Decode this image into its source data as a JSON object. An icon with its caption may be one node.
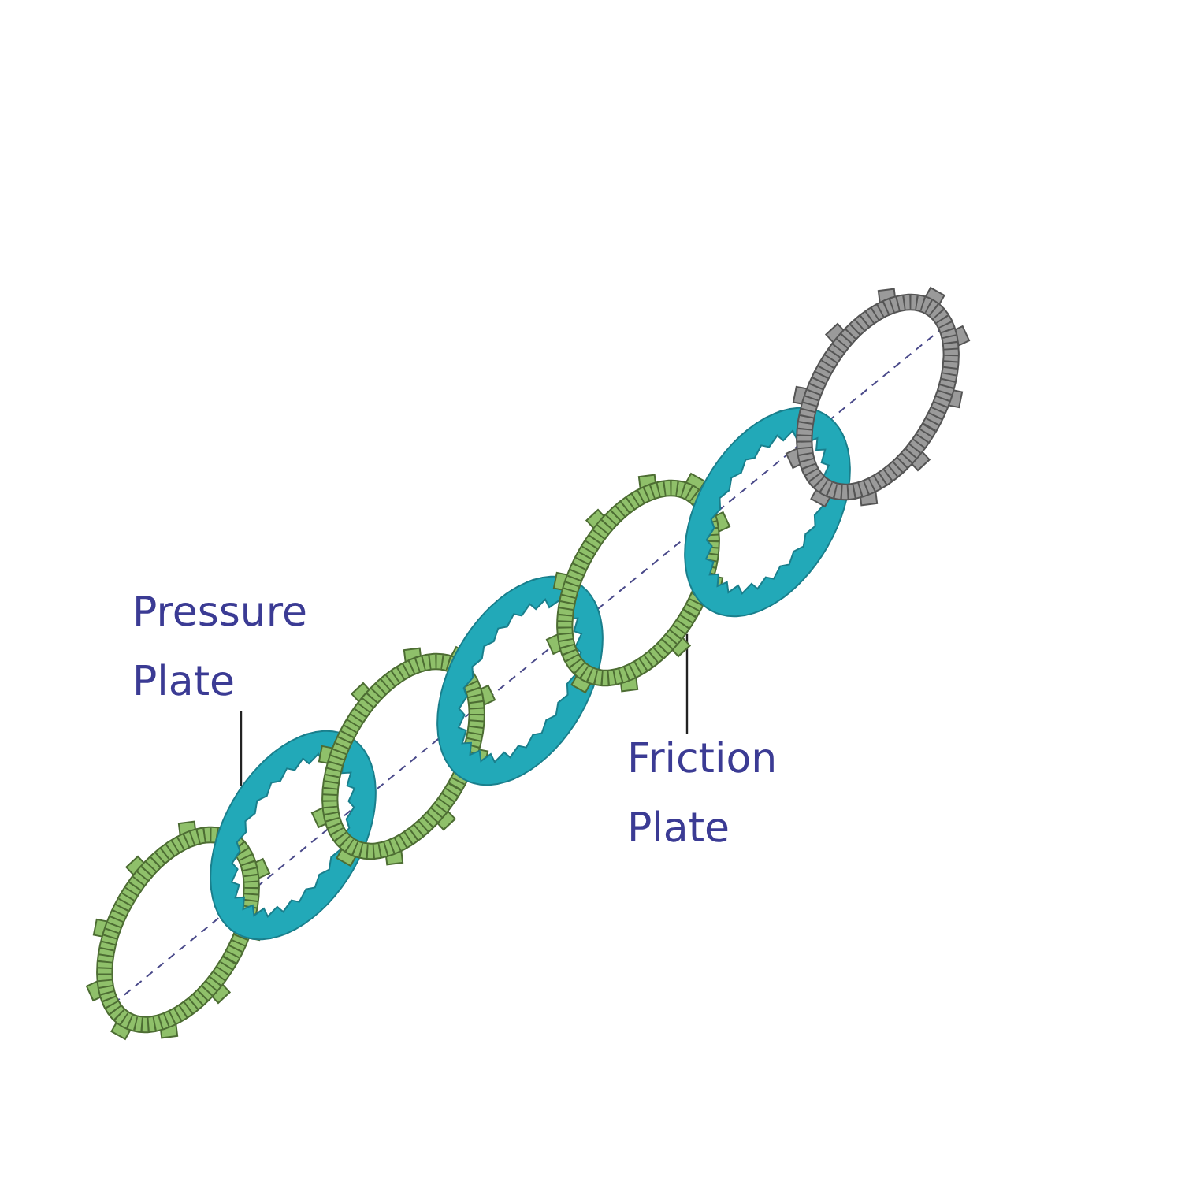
{
  "diagram": {
    "nodes": [
      {
        "text": [
          "Pressure Plate"
        ]
      },
      {
        "text": [
          "Friction Plate"
        ]
      },
      {
        "text": [],
        "shape": "ring"
      },
      {
        "text": [],
        "shape": "ring"
      },
      {
        "text": [],
        "shape": "ring"
      },
      {
        "text": [],
        "shape": "ring"
      },
      {
        "text": [],
        "shape": "ring"
      },
      {
        "text": [],
        "shape": "ring"
      },
      {
        "text": [],
        "shape": "ring"
      }
    ],
    "edges": [
      {
        "from": 0,
        "to": 3,
        "arrow": "none"
      },
      {
        "from": 1,
        "to": 6,
        "arrow": "none"
      }
    ]
  }
}
